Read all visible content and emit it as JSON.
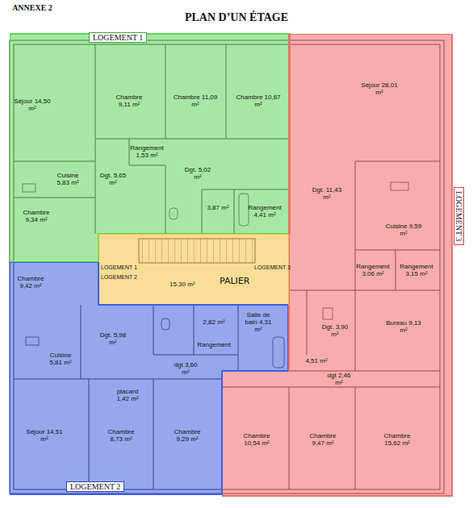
{
  "diagram": {
    "title": "PLAN D’UN ÉTAGE",
    "nodes": [
      {
        "text": [
          "LOGEMENT 1"
        ]
      },
      {
        "text": [
          "LOGEMENT 3"
        ]
      },
      {
        "text": [
          "LOGEMENT 1",
          "LOGEMENT 3",
          "LOGEMENT 2",
          "15.30 m²",
          "PALIER"
        ]
      },
      {
        "text": [
          "LOGEMENT 2"
        ]
      }
    ],
    "labels": [
      "ANNEXE 2",
      "Séjour 14,50 m²",
      "Chambre 9,11 m²",
      "Chambre 11,09 m²",
      "Chambre 10,67 m²",
      "Rangement 1,53 m²",
      "Cuisine 5,83 m²",
      "Dgt. 5,65 m²",
      "Dgt. 5,02 m²",
      "3,87 m²",
      "Rangement 4,41 m²",
      "Chambre 9,34 m²",
      "Séjour 28,01 m²",
      "Dgt. 11,43 m²",
      "Cuisine 9,59 m²",
      "Rangement 3,06 m²",
      "Rangement 3,15 m²",
      "Dgt. 3,90 m²",
      "Bureau 9,13 m²",
      "4,51 m²",
      "dgt 2,46 m²",
      "Chambre 10,54 m²",
      "Chambre 9,47 m²",
      "Chambre 15,62 m²",
      "Chambre 9,42 m²",
      "Cuisine 5,81 m²",
      "Dgt. 5,98 m²",
      "2,82 m²",
      "Rangement",
      "Salle de bain 4,31 m²",
      "dgt 3,60 m²",
      "placard 1,42 m²",
      "Séjour 14,51 m²",
      "Chambre 8,73 m²",
      "Chambre 9,29 m²"
    ]
  }
}
